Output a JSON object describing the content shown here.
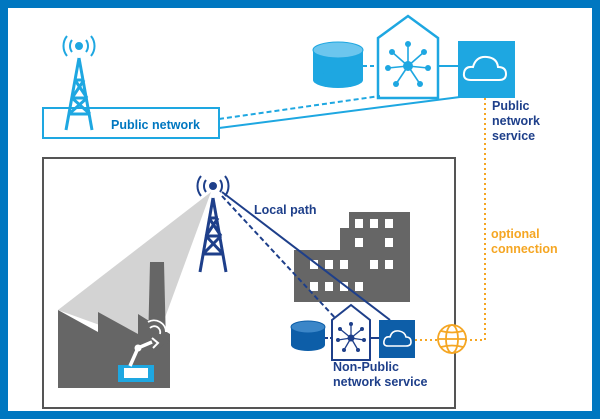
{
  "labels": {
    "public_network": "Public network",
    "public_network_service": "Public\nnetwork\nservice",
    "local_path": "Local path",
    "optional_connection": "optional\nconnection",
    "non_public_network_service": "Non-Public\nnetwork service"
  },
  "icons": {
    "public_tower": "radio-tower-icon",
    "public_database": "database-icon",
    "public_hub": "network-hub-icon",
    "public_cloud": "cloud-icon",
    "local_tower": "radio-tower-icon",
    "factory": "factory-icon",
    "robot_arm": "robot-arm-icon",
    "office_building": "office-building-icon",
    "local_database": "database-icon",
    "local_hub": "network-hub-icon",
    "local_cloud": "cloud-icon",
    "globe": "globe-icon"
  },
  "colors": {
    "frame": "#0077c0",
    "accent_blue": "#1ea7e1",
    "navy": "#1e3f8a",
    "grey": "#666666",
    "light_grey": "#d3d3d3",
    "orange": "#f5a623"
  }
}
